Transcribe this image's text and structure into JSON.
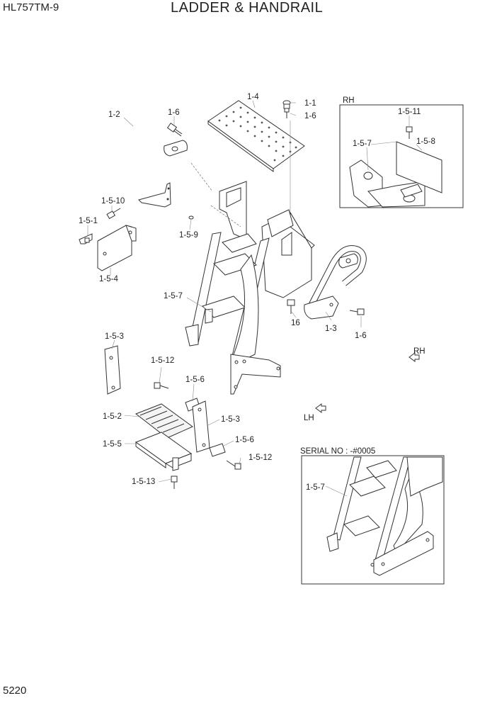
{
  "header": {
    "model": "HL757TM-9",
    "title": "LADDER & HANDRAIL"
  },
  "page_number": "5220",
  "insets": {
    "rh": {
      "label": "RH"
    },
    "serial": {
      "label": "SERIAL NO : -#0005"
    }
  },
  "direction_labels": {
    "rh": "RH",
    "lh": "LH"
  },
  "callouts": {
    "c1_2": "1-2",
    "c1_6a": "1-6",
    "c1_4": "1-4",
    "c1_1": "1-1",
    "c1_6b": "1-6",
    "c1_5_10": "1-5-10",
    "c1_5_1": "1-5-1",
    "c1_5_4": "1-5-4",
    "c1_5_9": "1-5-9",
    "c1_5_7": "1-5-7",
    "c16": "16",
    "c1_3": "1-3",
    "c1_6c": "1-6",
    "c1_5_3a": "1-5-3",
    "c1_5_12a": "1-5-12",
    "c1_5_6a": "1-5-6",
    "c1_5_2": "1-5-2",
    "c1_5_3b": "1-5-3",
    "c1_5_5": "1-5-5",
    "c1_5_6b": "1-5-6",
    "c1_5_12b": "1-5-12",
    "c1_5_13": "1-5-13",
    "rh_1_5_11": "1-5-11",
    "rh_1_5_7": "1-5-7",
    "rh_1_5_8": "1-5-8",
    "ser_1_5_7": "1-5-7"
  }
}
